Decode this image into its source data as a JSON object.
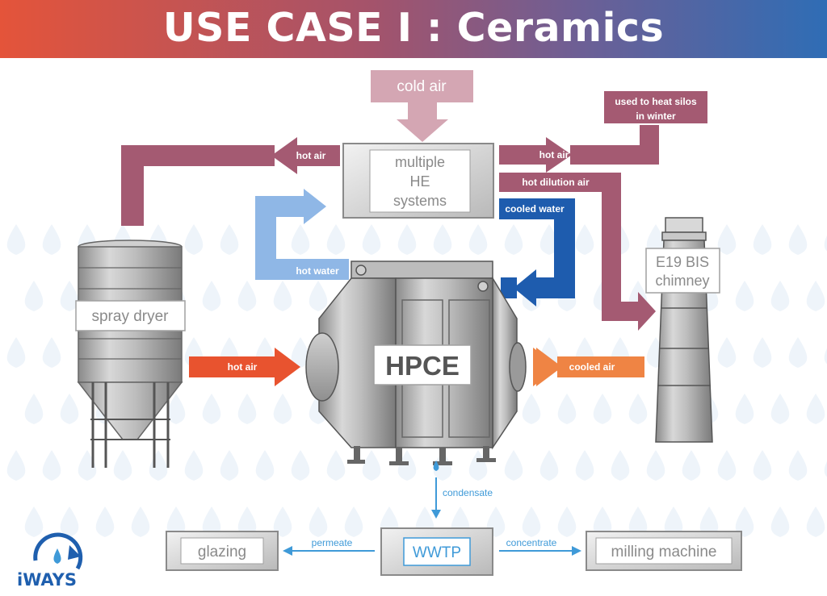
{
  "title": "USE CASE I : Ceramics",
  "nodes": {
    "multiple_he": [
      "multiple",
      "HE",
      "systems"
    ],
    "spray_dryer": "spray dryer",
    "hpce": "HPCE",
    "chimney": [
      "E19 BIS",
      "chimney"
    ],
    "wwtp": "WWTP",
    "glazing": "glazing",
    "milling": "milling machine"
  },
  "flows": {
    "cold_air": "cold air",
    "used_to_heat": [
      "used to heat silos",
      "in winter"
    ],
    "hot_air_left": "hot air",
    "hot_air_right": "hot air",
    "hot_dilution_air": "hot dilution air",
    "cooled_water": "cooled water",
    "hot_water": "hot water",
    "hot_air_to_hpce": "hot air",
    "cooled_air": "cooled air",
    "condensate": "condensate",
    "permeate": "permeate",
    "concentrate": "concentrate"
  },
  "logo": "iWAYS",
  "colors": {
    "hot_air": "#a45a72",
    "cold_air": "#d4a6b3",
    "hot_water": "#8fb7e6",
    "cooled_water": "#1e5cae",
    "hot_exhaust": "#e8532f",
    "cooled_exhaust": "#ef8444",
    "condensate": "#3f9ad8",
    "title_start": "#e4543a",
    "title_end": "#2f6db5"
  }
}
